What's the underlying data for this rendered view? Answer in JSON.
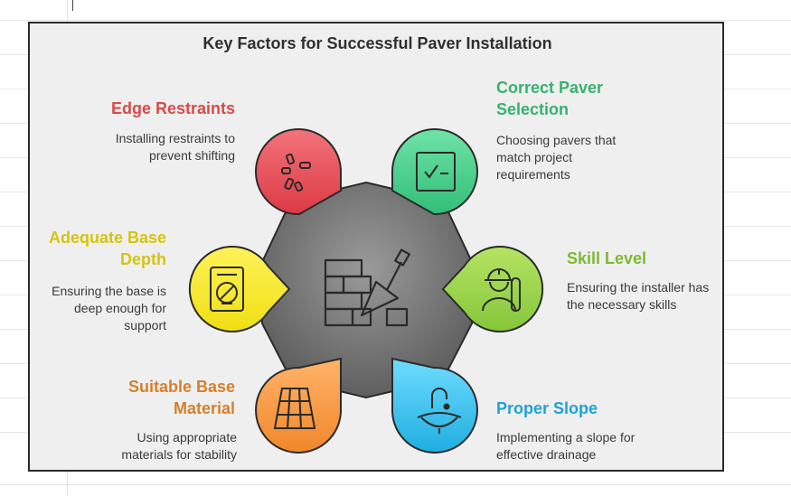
{
  "title": "Key Factors for Successful Paver Installation",
  "colors": {
    "red": "#e3474f",
    "green": "#3fbf7f",
    "yellow": "#d9c515",
    "lime": "#84c63a",
    "orange": "#e2852e",
    "blue": "#1ca6d6",
    "hub": "#6f6f6f"
  },
  "factors": [
    {
      "icon": "sparkle-burst-icon",
      "heading": "Edge Restraints",
      "description": "Installing restraints to prevent shifting",
      "color": "#d94a4a"
    },
    {
      "icon": "checkbox-check-icon",
      "heading": "Correct Paver Selection",
      "description": "Choosing pavers that match project requirements",
      "color": "#35b26f"
    },
    {
      "icon": "level-gauge-icon",
      "heading": "Adequate Base Depth",
      "description": "Ensuring the base is deep enough for support",
      "color": "#d5c411"
    },
    {
      "icon": "worker-wrench-icon",
      "heading": "Skill Level",
      "description": "Ensuring the installer has the necessary skills",
      "color": "#7cba2f"
    },
    {
      "icon": "tile-grid-icon",
      "heading": "Suitable Base Material",
      "description": "Using appropriate materials for stability",
      "color": "#d4802c"
    },
    {
      "icon": "faucet-drain-icon",
      "heading": "Proper Slope",
      "description": "Implementing a slope for effective drainage",
      "color": "#1fa3d6"
    }
  ],
  "hub_icon": "brick-wall-trowel-icon"
}
